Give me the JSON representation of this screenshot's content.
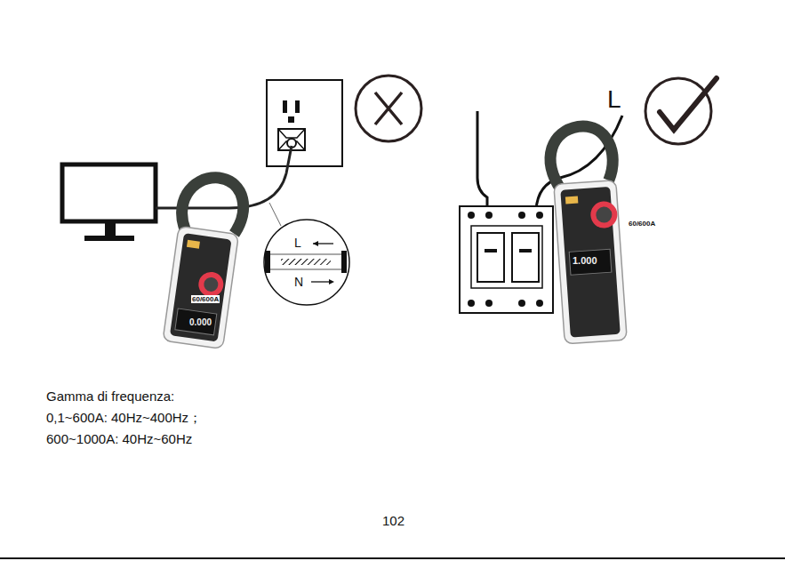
{
  "diagram": {
    "labels": [
      "L",
      "N",
      "60/600A",
      "0.000",
      "60/600A",
      "1.000",
      "L",
      "Gamma di frequenza:",
      "0,1~600A: 40Hz~400Hz；",
      "600~1000A: 40Hz~60Hz",
      "102"
    ]
  }
}
